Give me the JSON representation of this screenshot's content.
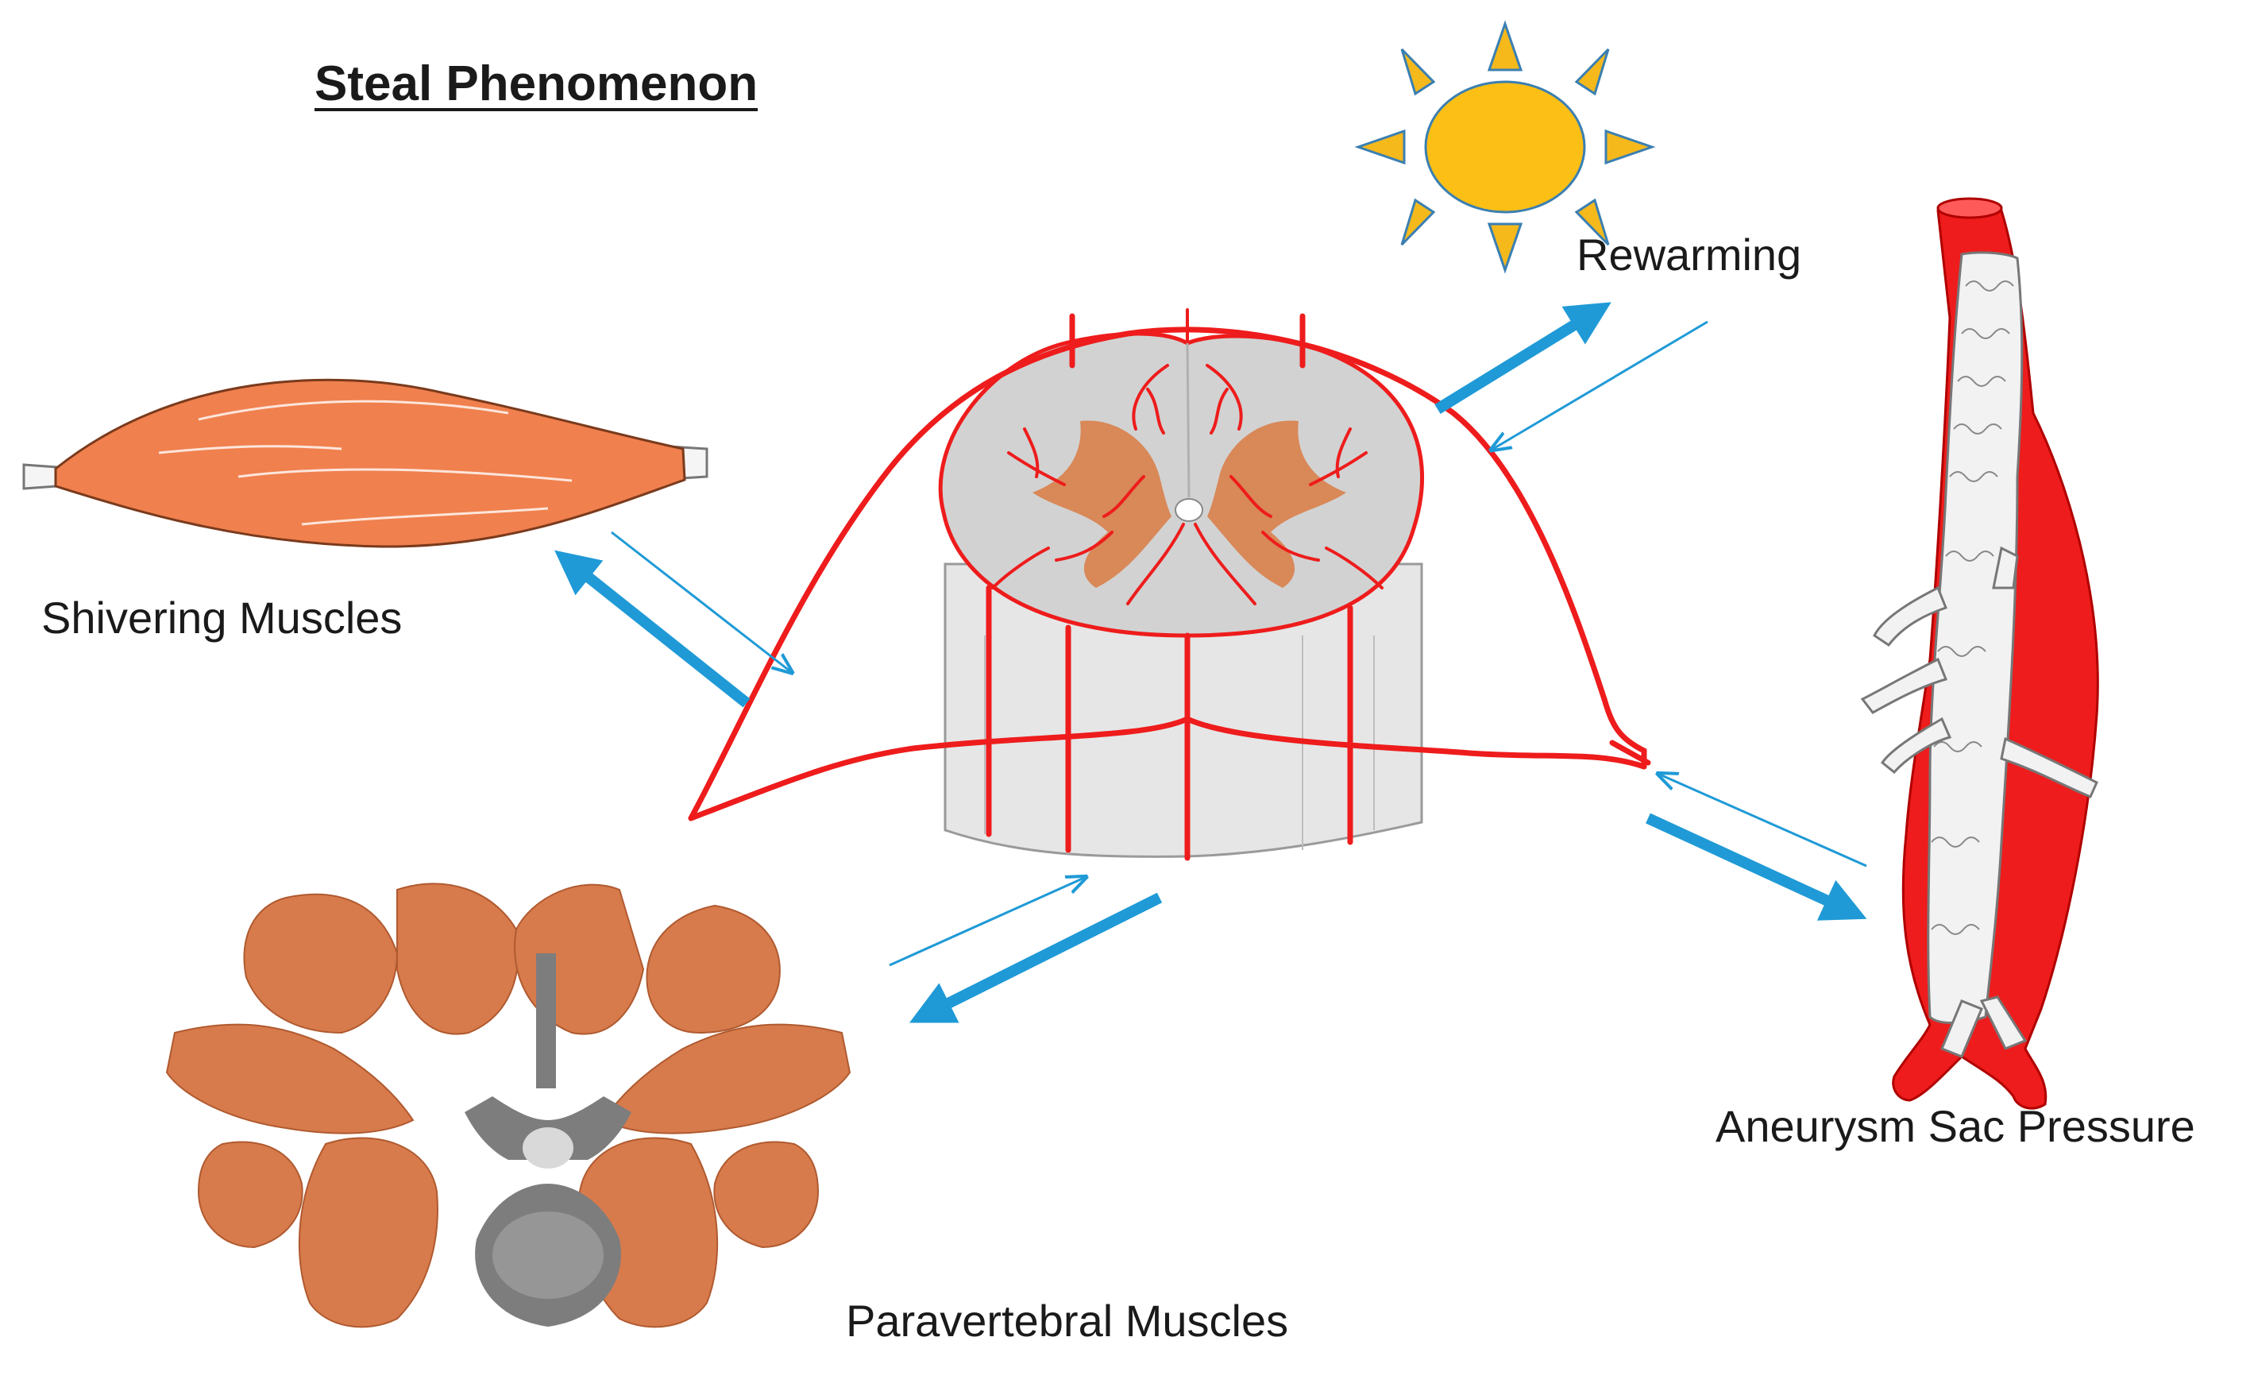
{
  "title": "Steal Phenomenon",
  "labels": {
    "rewarming": "Rewarming",
    "shivering_muscles": "Shivering Muscles",
    "aneurysm_sac_pressure": "Aneurysm Sac Pressure",
    "paravertebral_muscles": "Paravertebral Muscles"
  },
  "colors": {
    "arrow": "#1f9ad6",
    "artery": "#ee1c1c",
    "muscle": "#f0804e",
    "paravertebral": "#d77b4c",
    "gray_matter": "#d9804a",
    "cord": "#dcdcdc",
    "sun": "#fbbf16",
    "sun_ray": "#f5b91c",
    "bone": "#7d7d7d"
  },
  "icons": [
    "sun-icon",
    "muscle-icon",
    "spinal-cord-icon",
    "aorta-stent-graft-icon",
    "paravertebral-cross-section-icon"
  ]
}
